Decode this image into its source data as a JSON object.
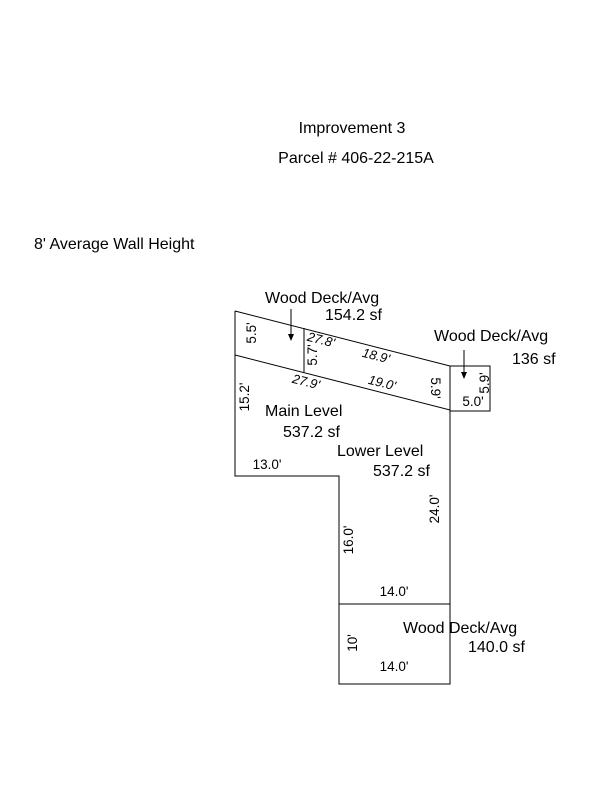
{
  "header": {
    "title": "Improvement 3",
    "parcel": "Parcel # 406-22-215A"
  },
  "wall_height": "8' Average Wall Height",
  "areas": {
    "deck_north": {
      "name": "Wood Deck/Avg",
      "size": "154.2 sf"
    },
    "deck_east": {
      "name": "Wood Deck/Avg",
      "size": "136 sf"
    },
    "main_level": {
      "name": "Main Level",
      "size": "537.2 sf"
    },
    "lower_level": {
      "name": "Lower Level",
      "size": "537.2 sf"
    },
    "deck_south": {
      "name": "Wood Deck/Avg",
      "size": "140.0 sf"
    }
  },
  "dimensions": {
    "deck_north_left": "5.5'",
    "deck_north_top": "27.8'",
    "deck_north_mid": "5.7'",
    "deck_north_slope": "18.9'",
    "main_top_left": "27.9'",
    "main_top_right": "19.0'",
    "main_right_short": "5.9'",
    "deck_east_height": "5.9'",
    "deck_east_width": "5.0'",
    "main_left": "15.2'",
    "main_notch": "13.0'",
    "lower_inner": "16.0'",
    "lower_right": "24.0'",
    "lower_bottom": "14.0'",
    "deck_south_side": "10'",
    "deck_south_bottom": "14.0'"
  }
}
